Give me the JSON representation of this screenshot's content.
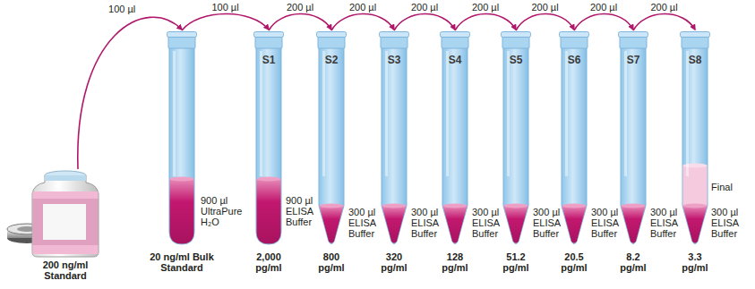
{
  "diagram": {
    "nodes": [
      {
        "text": [
          "200 ng/ml Standard"
        ]
      },
      {
        "text": [
          "900 µl UltraPure H₂O",
          "20 ng/ml Bulk Standard"
        ]
      },
      {
        "text": [
          "S1",
          "900 µl ELISA Buffer",
          "2,000 pg/ml"
        ]
      },
      {
        "text": [
          "S2",
          "300 µl ELISA Buffer",
          "800 pg/ml"
        ]
      },
      {
        "text": [
          "S3",
          "300 µl ELISA Buffer",
          "320 pg/ml"
        ]
      },
      {
        "text": [
          "S4",
          "300 µl ELISA Buffer",
          "128 pg/ml"
        ]
      },
      {
        "text": [
          "S5",
          "300 µl ELISA Buffer",
          "51.2 pg/ml"
        ]
      },
      {
        "text": [
          "S6",
          "300 µl ELISA Buffer",
          "20.5 pg/ml"
        ]
      },
      {
        "text": [
          "S7",
          "300 µl ELISA Buffer",
          "8.2 pg/ml"
        ]
      },
      {
        "text": [
          "S8",
          "Final",
          "300 µl ELISA Buffer",
          "3.3 pg/ml"
        ]
      }
    ],
    "edges": [
      {
        "from": 0,
        "to": 1,
        "label": "100 µl",
        "arrow": "to"
      },
      {
        "from": 1,
        "to": 2,
        "label": "100 µl",
        "arrow": "to"
      },
      {
        "from": 2,
        "to": 3,
        "label": "200 µl",
        "arrow": "to"
      },
      {
        "from": 3,
        "to": 4,
        "label": "200 µl",
        "arrow": "to"
      },
      {
        "from": 4,
        "to": 5,
        "label": "200 µl",
        "arrow": "to"
      },
      {
        "from": 5,
        "to": 6,
        "label": "200 µl",
        "arrow": "to"
      },
      {
        "from": 6,
        "to": 7,
        "label": "200 µl",
        "arrow": "to"
      },
      {
        "from": 7,
        "to": 8,
        "label": "200 µl",
        "arrow": "to"
      },
      {
        "from": 8,
        "to": 9,
        "label": "200 µl",
        "arrow": "to"
      }
    ]
  }
}
